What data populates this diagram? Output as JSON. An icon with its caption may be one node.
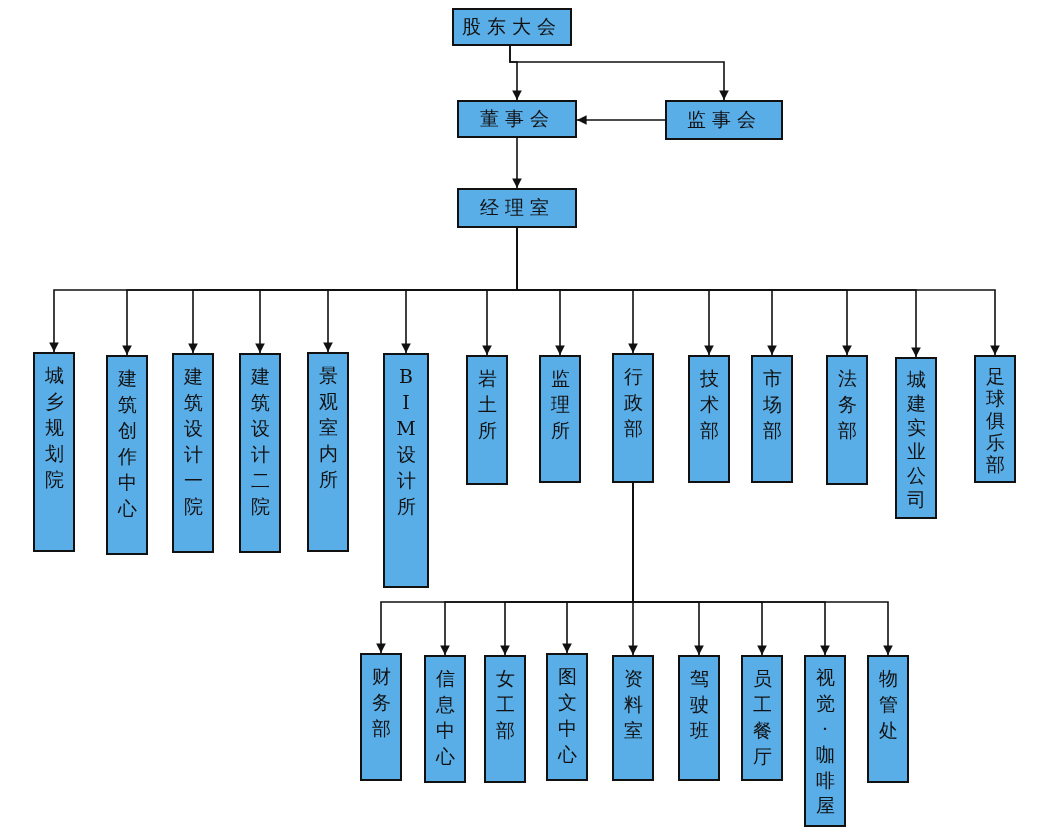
{
  "diagram": {
    "nodes": [
      {
        "text": [
          "股东大会"
        ]
      },
      {
        "text": [
          "董事会"
        ]
      },
      {
        "text": [
          "监事会"
        ]
      },
      {
        "text": [
          "经理室"
        ]
      },
      {
        "text": [
          "城乡规划院"
        ]
      },
      {
        "text": [
          "建筑创作中心"
        ]
      },
      {
        "text": [
          "建筑设计一院"
        ]
      },
      {
        "text": [
          "建筑设计二院"
        ]
      },
      {
        "text": [
          "景观室内所"
        ]
      },
      {
        "text": [
          "BIM设计所"
        ]
      },
      {
        "text": [
          "岩土所"
        ]
      },
      {
        "text": [
          "监理所"
        ]
      },
      {
        "text": [
          "行政部"
        ]
      },
      {
        "text": [
          "技术部"
        ]
      },
      {
        "text": [
          "市场部"
        ]
      },
      {
        "text": [
          "法务部"
        ]
      },
      {
        "text": [
          "城建实业公司"
        ]
      },
      {
        "text": [
          "足球俱乐部"
        ]
      },
      {
        "text": [
          "财务部"
        ]
      },
      {
        "text": [
          "信息中心"
        ]
      },
      {
        "text": [
          "女工部"
        ]
      },
      {
        "text": [
          "图文中心"
        ]
      },
      {
        "text": [
          "资料室"
        ]
      },
      {
        "text": [
          "驾驶班"
        ]
      },
      {
        "text": [
          "员工餐厅"
        ]
      },
      {
        "text": [
          "视觉·咖啡屋"
        ]
      },
      {
        "text": [
          "物管处"
        ]
      }
    ],
    "edges": [
      {
        "from": 0,
        "to": 1,
        "arrow": "to"
      },
      {
        "from": 0,
        "to": 2,
        "arrow": "to"
      },
      {
        "from": 2,
        "to": 1,
        "arrow": "to"
      },
      {
        "from": 1,
        "to": 3,
        "arrow": "to"
      },
      {
        "from": 3,
        "to": 4,
        "arrow": "to"
      },
      {
        "from": 3,
        "to": 5,
        "arrow": "to"
      },
      {
        "from": 3,
        "to": 6,
        "arrow": "to"
      },
      {
        "from": 3,
        "to": 7,
        "arrow": "to"
      },
      {
        "from": 3,
        "to": 8,
        "arrow": "to"
      },
      {
        "from": 3,
        "to": 9,
        "arrow": "to"
      },
      {
        "from": 3,
        "to": 10,
        "arrow": "to"
      },
      {
        "from": 3,
        "to": 11,
        "arrow": "to"
      },
      {
        "from": 3,
        "to": 12,
        "arrow": "to"
      },
      {
        "from": 3,
        "to": 13,
        "arrow": "to"
      },
      {
        "from": 3,
        "to": 14,
        "arrow": "to"
      },
      {
        "from": 3,
        "to": 15,
        "arrow": "to"
      },
      {
        "from": 3,
        "to": 16,
        "arrow": "to"
      },
      {
        "from": 3,
        "to": 17,
        "arrow": "to"
      },
      {
        "from": 12,
        "to": 18,
        "arrow": "to"
      },
      {
        "from": 12,
        "to": 19,
        "arrow": "to"
      },
      {
        "from": 12,
        "to": 20,
        "arrow": "to"
      },
      {
        "from": 12,
        "to": 21,
        "arrow": "to"
      },
      {
        "from": 12,
        "to": 22,
        "arrow": "to"
      },
      {
        "from": 12,
        "to": 23,
        "arrow": "to"
      },
      {
        "from": 12,
        "to": 24,
        "arrow": "to"
      },
      {
        "from": 12,
        "to": 25,
        "arrow": "to"
      },
      {
        "from": 12,
        "to": 26,
        "arrow": "to"
      }
    ]
  }
}
